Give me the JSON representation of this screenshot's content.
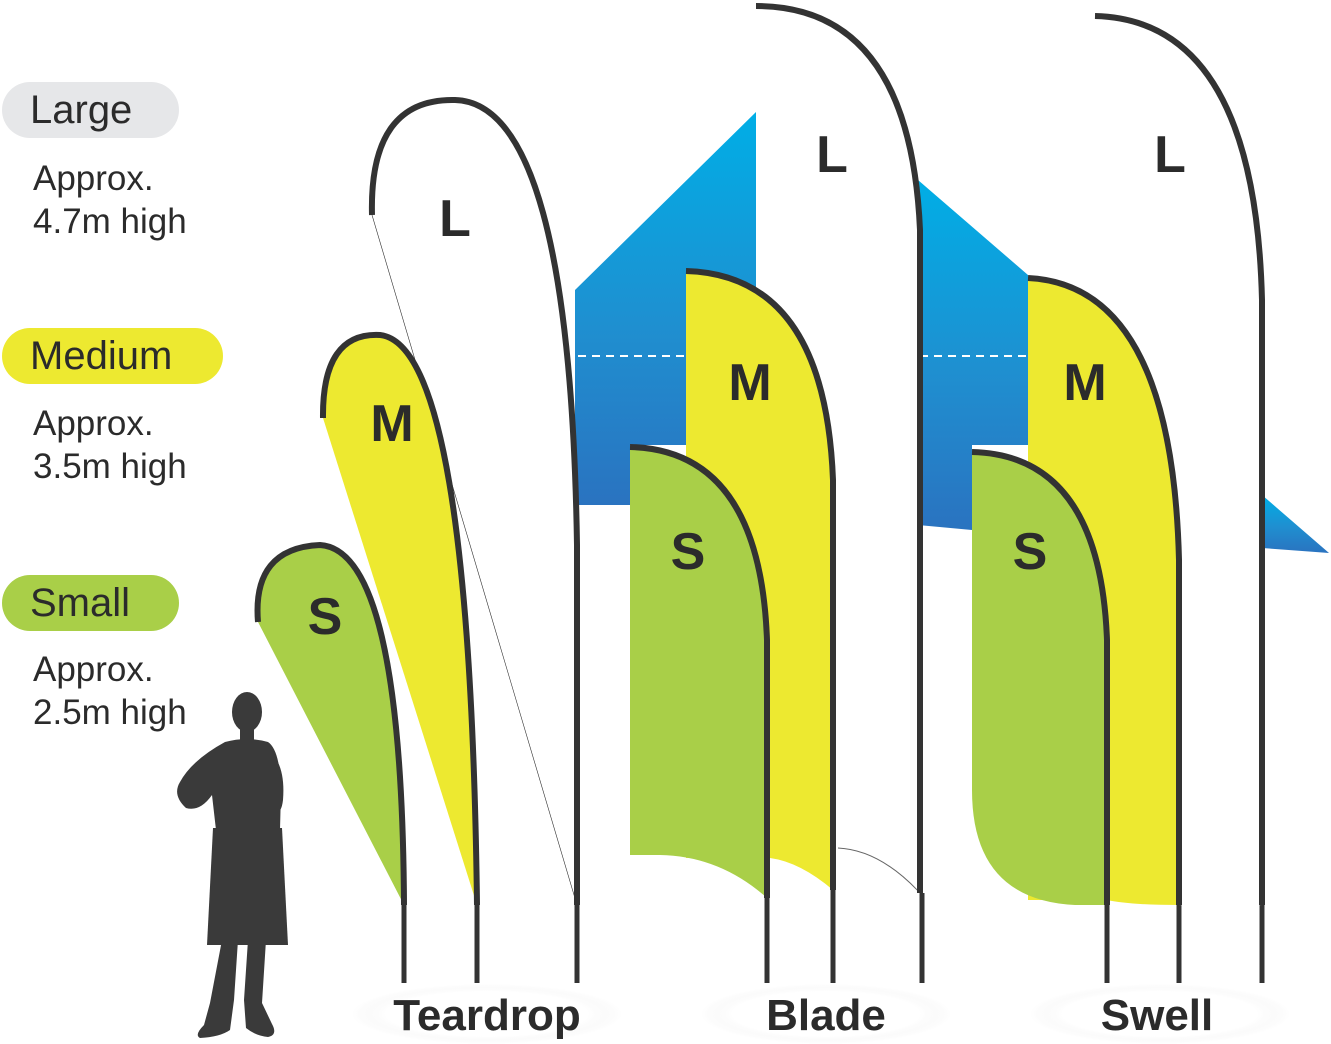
{
  "sizes": {
    "large": {
      "label": "Large",
      "desc_line1": "Approx.",
      "desc_line2": "4.7m high",
      "color": "#e6e7e9"
    },
    "medium": {
      "label": "Medium",
      "desc_line1": "Approx.",
      "desc_line2": "3.5m high",
      "color": "#ede930"
    },
    "small": {
      "label": "Small",
      "desc_line1": "Approx.",
      "desc_line2": "2.5m high",
      "color": "#a9cf48"
    }
  },
  "flag_letters": {
    "large": "L",
    "medium": "M",
    "small": "S"
  },
  "flag_types": {
    "teardrop": "Teardrop",
    "blade": "Blade",
    "swell": "Swell"
  },
  "colors": {
    "guide_blue_top": "#00aee6",
    "guide_blue_bottom": "#2a73c0",
    "pole": "#333333",
    "silhouette": "#3a3a3a"
  }
}
